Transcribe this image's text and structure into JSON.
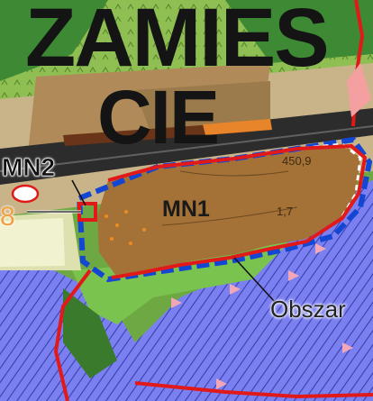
{
  "map": {
    "town_label_line1": "ZAMIES",
    "town_label_line2": "CIE",
    "zones": {
      "main_plot_code": "MN1",
      "small_plot_code": "MN2"
    },
    "plot_number": "8",
    "elevations": [
      "450,9",
      "1,7"
    ],
    "area_label": "Obszar",
    "colors": {
      "residential_fill": "#a47236",
      "boundary_red": "#e11919",
      "boundary_blue": "#1446d4",
      "water_hatch": "#5a5ee0",
      "meadow_green": "#4c9a3a",
      "forest_green": "#2f7a2f",
      "orange_strip": "#e8842a"
    },
    "icons": [
      "map-pin-marker"
    ]
  }
}
